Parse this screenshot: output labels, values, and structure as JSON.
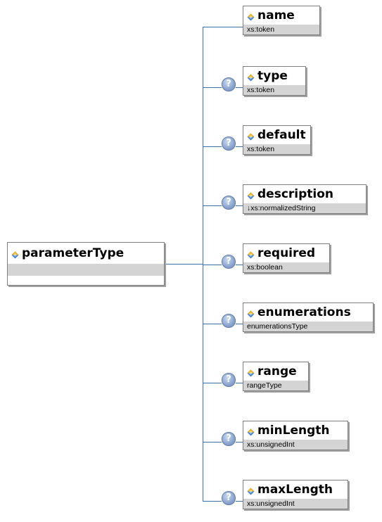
{
  "root": {
    "name": "parameterType",
    "type": ""
  },
  "elements": [
    {
      "name": "name",
      "type": "xs:token",
      "optional": false
    },
    {
      "name": "type",
      "type": "xs:token",
      "optional": true
    },
    {
      "name": "default",
      "type": "xs:token",
      "optional": true
    },
    {
      "name": "description",
      "type": "↓xs:normalizedString",
      "optional": true
    },
    {
      "name": "required",
      "type": "xs:boolean",
      "optional": true
    },
    {
      "name": "enumerations",
      "type": "enumerationsType",
      "optional": true
    },
    {
      "name": "range",
      "type": "rangeType",
      "optional": true
    },
    {
      "name": "minLength",
      "type": "xs:unsignedInt",
      "optional": true
    },
    {
      "name": "maxLength",
      "type": "xs:unsignedInt",
      "optional": true
    }
  ],
  "optional_marker": "?",
  "icons": {
    "element": "element-diamond-icon",
    "optional": "optional-question-icon"
  },
  "colors": {
    "connector": "#3a6ea5",
    "type_band": "#d4d4d4",
    "diamond_top": "#f2b21c",
    "diamond_bottom": "#3d7fd1",
    "optional_badge": "#8fa9d2"
  }
}
